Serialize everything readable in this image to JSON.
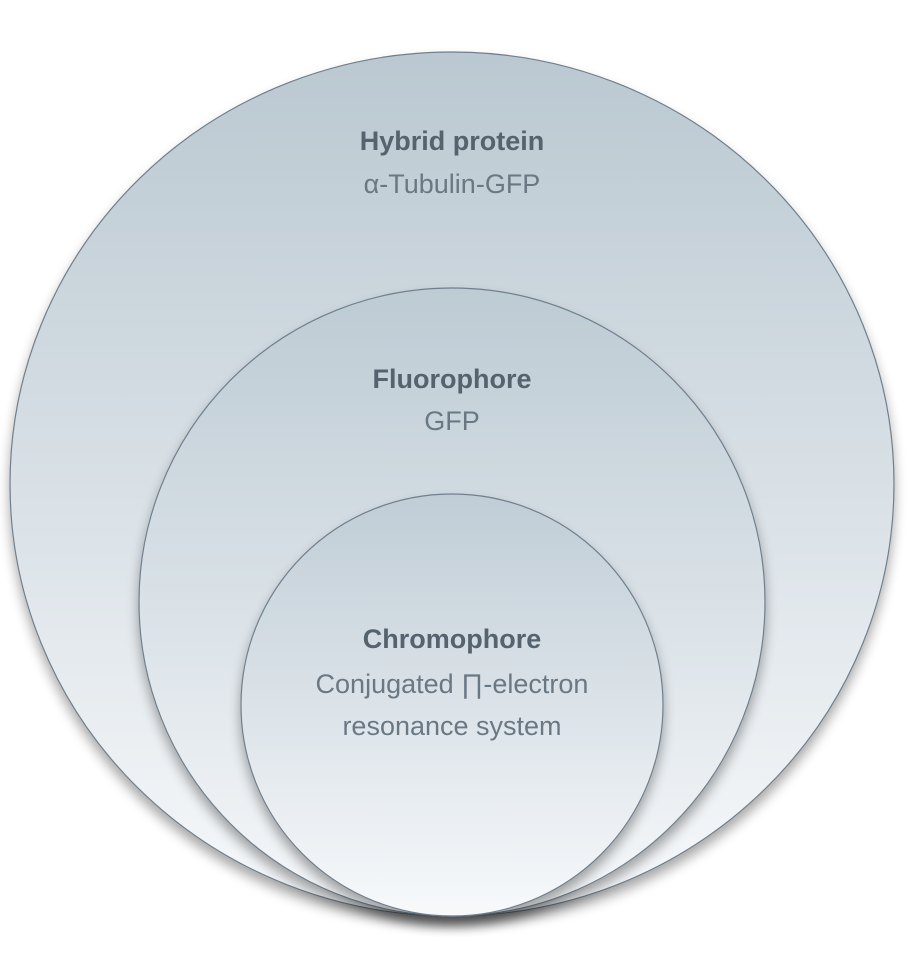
{
  "diagram": {
    "outer": {
      "title": "Hybrid protein",
      "subtitle": "α-Tubulin-GFP"
    },
    "middle": {
      "title": "Fluorophore",
      "subtitle": "GFP"
    },
    "inner": {
      "title": "Chromophore",
      "subtitle_line1": "Conjugated ∏-electron",
      "subtitle_line2": "resonance system"
    }
  },
  "colors": {
    "circle_fill_top": "#bccad3",
    "circle_fill_bottom": "#f6f8fa",
    "outline": "#6f7f8c",
    "title_text": "#55636f",
    "subtitle_text": "#6a7884"
  }
}
